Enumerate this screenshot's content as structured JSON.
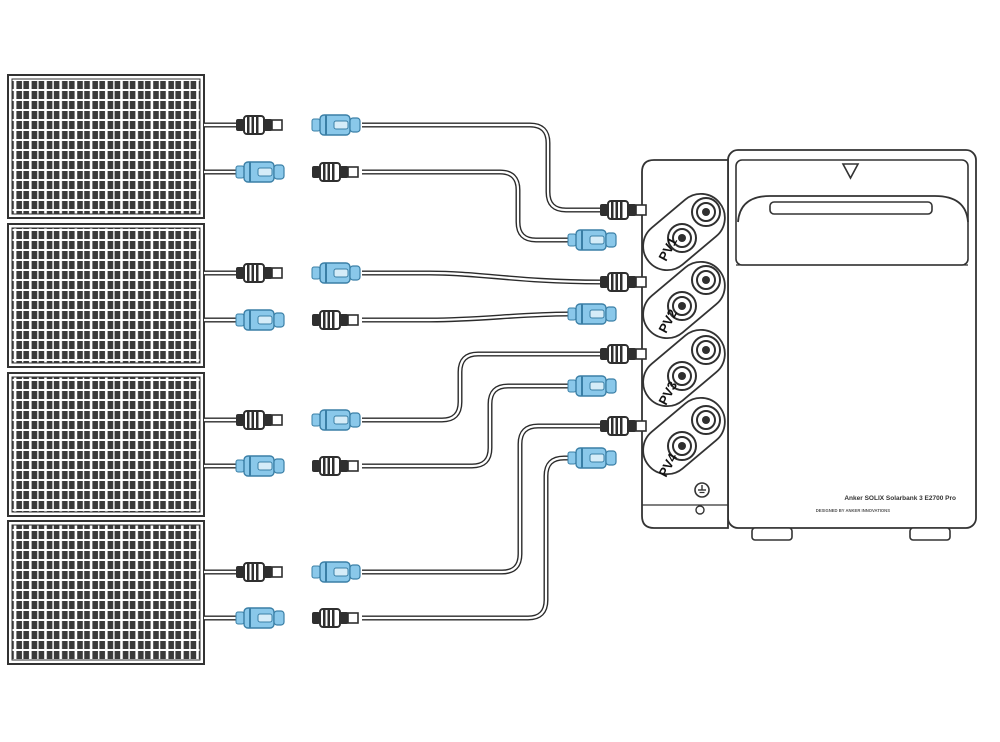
{
  "device": {
    "brand_line": "Anker SOLIX Solarbank 3 E2700 Pro",
    "sub_line": "DESIGNED BY ANKER INNOVATIONS",
    "ports": [
      {
        "label": "PV1"
      },
      {
        "label": "PV2"
      },
      {
        "label": "PV3"
      },
      {
        "label": "PV4"
      }
    ]
  },
  "panels": [
    {
      "id": "panel-1"
    },
    {
      "id": "panel-2"
    },
    {
      "id": "panel-3"
    },
    {
      "id": "panel-4"
    }
  ],
  "colors": {
    "connector_blue": "#8ac8ea",
    "connector_black": "#2f2f2f",
    "line": "#2b2b2b"
  }
}
